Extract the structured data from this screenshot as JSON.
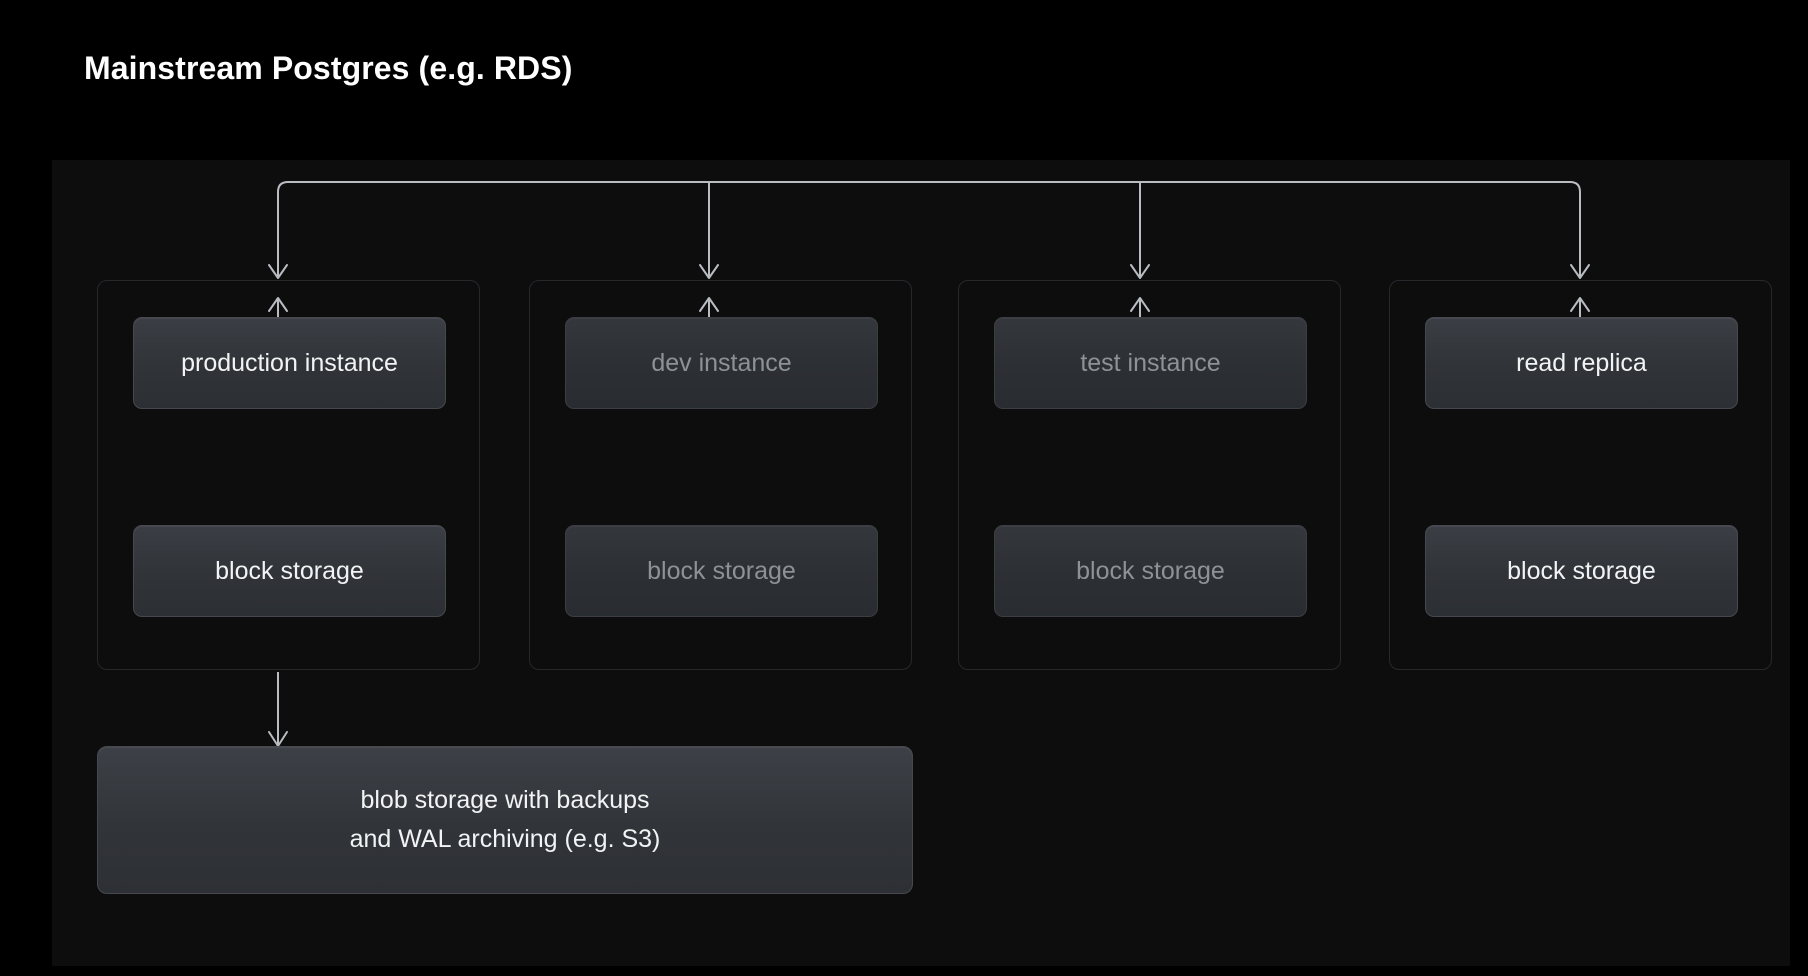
{
  "page": {
    "title": "Mainstream Postgres (e.g. RDS)",
    "background_color": "#000000",
    "panel_color": "#0d0d0e"
  },
  "colors": {
    "text_active": "#f2f3f4",
    "text_dimmed": "#8e9297",
    "card_fill": "#32353a",
    "card_border": "#45484e",
    "group_border": "#27282b",
    "connector": "#b9bcc0"
  },
  "diagram": {
    "type": "architecture-tree",
    "columns": [
      {
        "id": "production",
        "state": "active",
        "instance_label": "production instance",
        "storage_label": "block storage"
      },
      {
        "id": "dev",
        "state": "dimmed",
        "instance_label": "dev instance",
        "storage_label": "block storage"
      },
      {
        "id": "test",
        "state": "dimmed",
        "instance_label": "test instance",
        "storage_label": "block storage"
      },
      {
        "id": "read-replica",
        "state": "active",
        "instance_label": "read replica",
        "storage_label": "block storage"
      }
    ],
    "blob_storage": {
      "line1": "blob storage with backups",
      "line2": "and WAL archiving (e.g. S3)"
    }
  }
}
